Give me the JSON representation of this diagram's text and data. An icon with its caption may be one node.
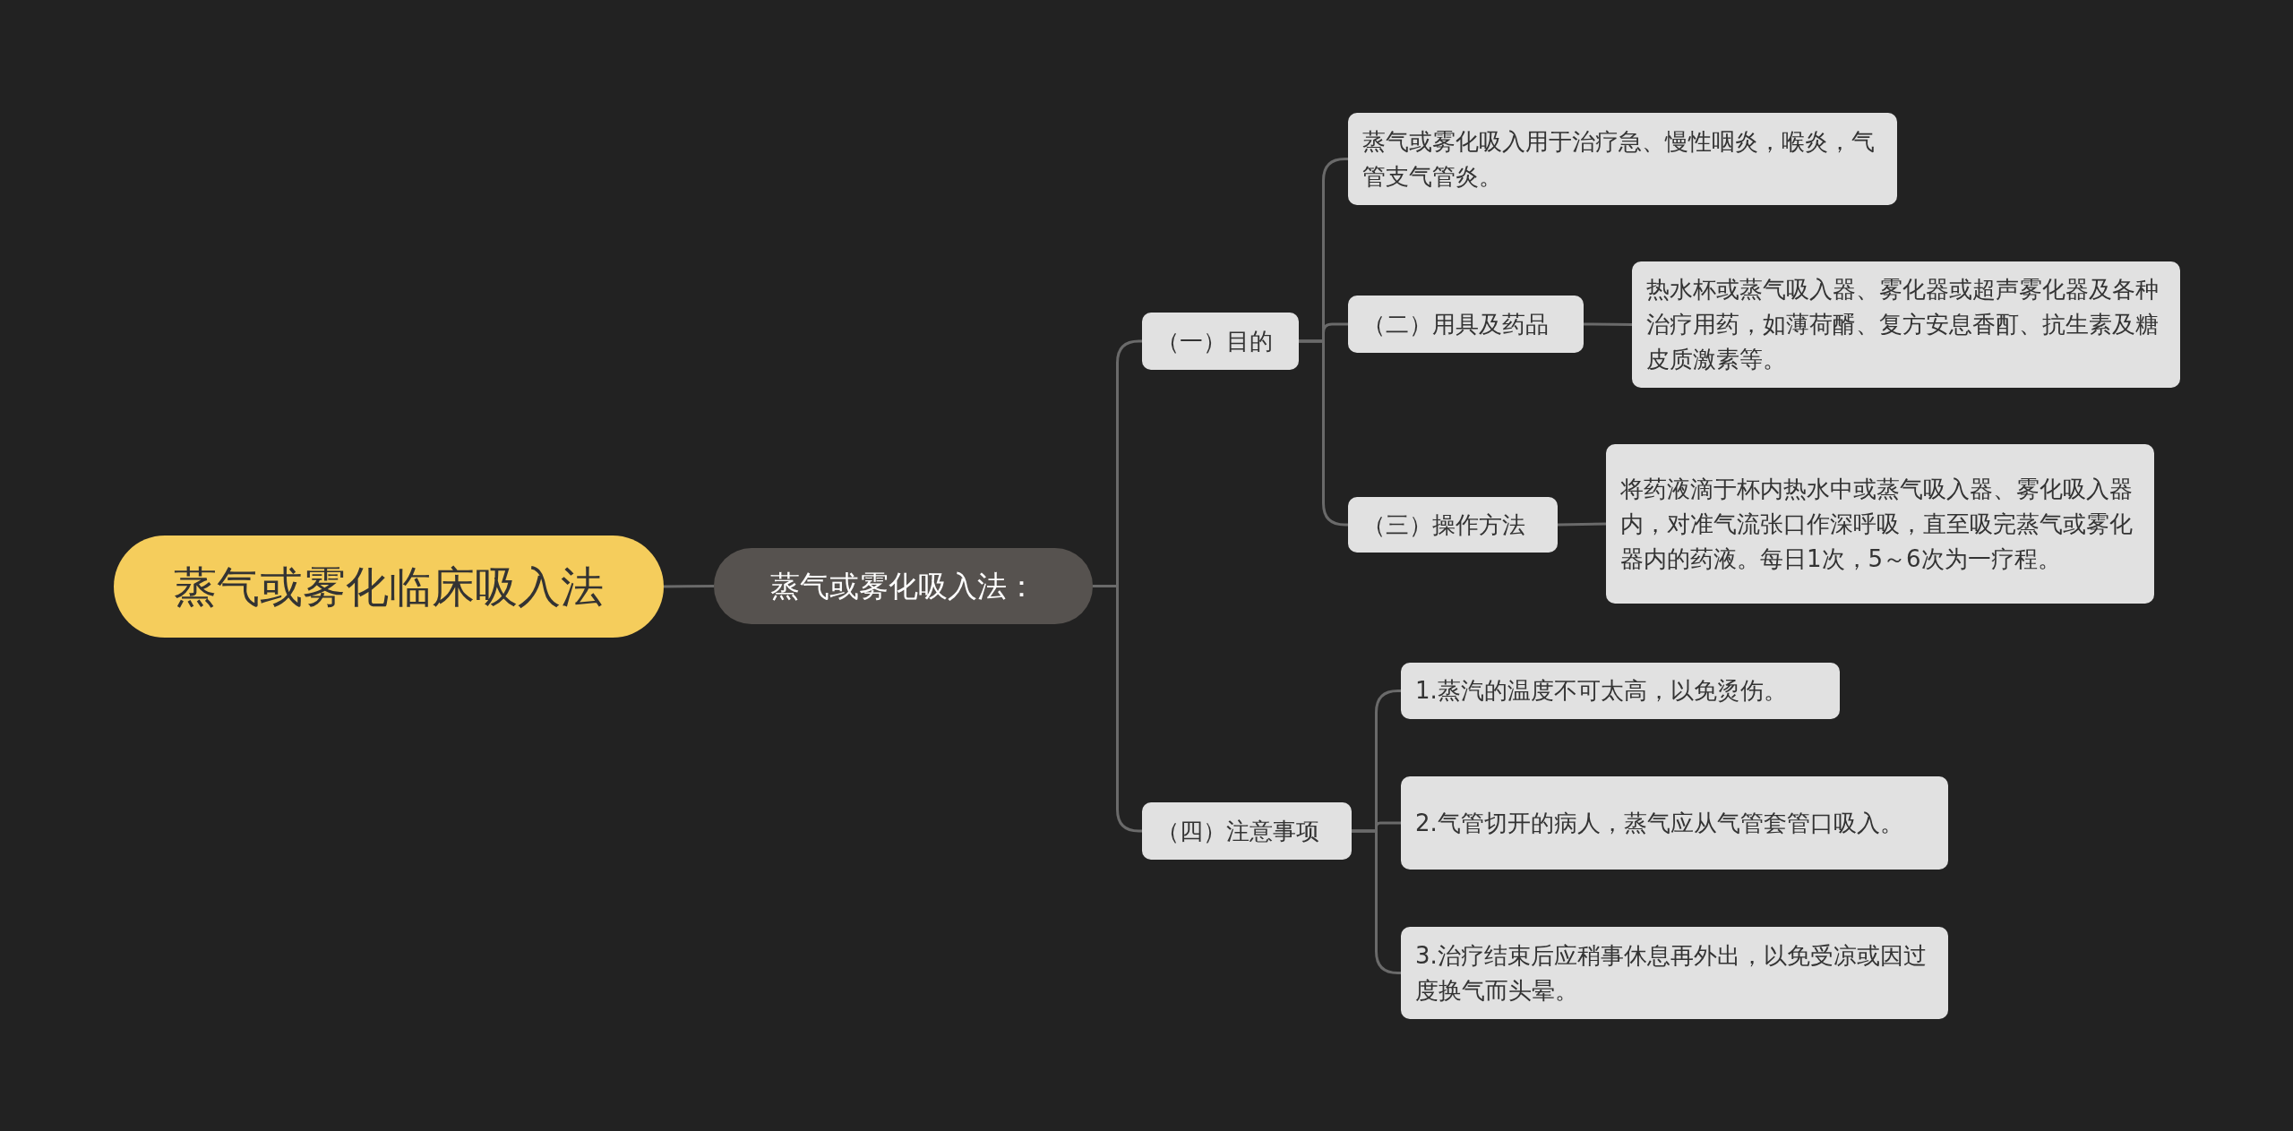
{
  "diagram": {
    "nodes": [
      {
        "text": [
          "蒸气或雾化临床吸入法"
        ]
      },
      {
        "text": [
          "蒸气或雾化吸入法："
        ]
      },
      {
        "text": [
          "（一）目的"
        ]
      },
      {
        "text": [
          "蒸气或雾化吸入用于治疗急、慢性咽炎，喉炎，气管支气管炎。"
        ]
      },
      {
        "text": [
          "（二）用具及药品"
        ]
      },
      {
        "text": [
          "热水杯或蒸气吸入器、雾化器或超声雾化器及各种治疗用药，如薄荷醑、复方安息香酊、抗生素及糖皮质激素等。"
        ]
      },
      {
        "text": [
          "（三）操作方法"
        ]
      },
      {
        "text": [
          "将药液滴于杯内热水中或蒸气吸入器、雾化吸入器内，对准气流张口作深呼吸，直至吸完蒸气或雾化器内的药液。每日1次，5～6次为一疗程。"
        ]
      },
      {
        "text": [
          "（四）注意事项"
        ]
      },
      {
        "text": [
          "1.蒸汽的温度不可太高，以免烫伤。"
        ]
      },
      {
        "text": [
          "2.气管切开的病人，蒸气应从气管套管口吸入。"
        ]
      },
      {
        "text": [
          "3.治疗结束后应稍事休息再外出，以免受凉或因过度换气而头晕。"
        ]
      }
    ],
    "edges": [
      {
        "from": 0,
        "to": 1,
        "arrow": "none"
      },
      {
        "from": 1,
        "to": 2,
        "arrow": "none"
      },
      {
        "from": 1,
        "to": 8,
        "arrow": "none"
      },
      {
        "from": 2,
        "to": 3,
        "arrow": "none"
      },
      {
        "from": 2,
        "to": 4,
        "arrow": "none"
      },
      {
        "from": 2,
        "to": 6,
        "arrow": "none"
      },
      {
        "from": 4,
        "to": 5,
        "arrow": "none"
      },
      {
        "from": 6,
        "to": 7,
        "arrow": "none"
      },
      {
        "from": 8,
        "to": 9,
        "arrow": "none"
      },
      {
        "from": 8,
        "to": 10,
        "arrow": "none"
      },
      {
        "from": 8,
        "to": 11,
        "arrow": "none"
      }
    ]
  }
}
